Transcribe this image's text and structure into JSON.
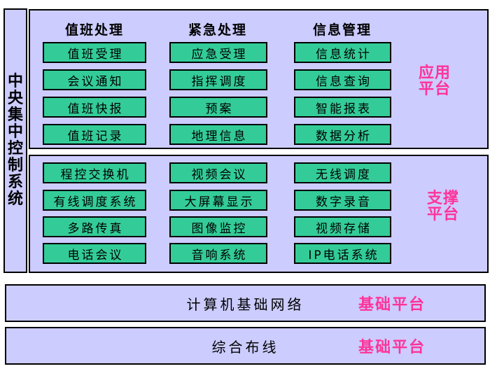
{
  "colors": {
    "page_bg": "#FFFFFF",
    "panel_bg": "#CCCCFF",
    "module_green": "#33CC99",
    "accent_pink": "#FF3399",
    "border": "#000000"
  },
  "sidebar": {
    "label": "中央集中控制系统"
  },
  "app_platform": {
    "label_lines": [
      "应用",
      "平台"
    ],
    "columns": [
      {
        "header": "值班处理",
        "items": [
          "值班受理",
          "会议通知",
          "值班快报",
          "值班记录"
        ]
      },
      {
        "header": "紧急处理",
        "items": [
          "应急受理",
          "指挥调度",
          "预案",
          "地理信息"
        ]
      },
      {
        "header": "信息管理",
        "items": [
          "信息统计",
          "信息查询",
          "智能报表",
          "数据分析"
        ]
      }
    ]
  },
  "support_platform": {
    "label_lines": [
      "支撑",
      "平台"
    ],
    "columns": [
      {
        "items": [
          "程控交换机",
          "有线调度系统",
          "多路传真",
          "电话会议"
        ]
      },
      {
        "items": [
          "视频会议",
          "大屏幕显示",
          "图像监控",
          "音响系统"
        ]
      },
      {
        "items": [
          "无线调度",
          "数字录音",
          "视频存储",
          "IP电话系统"
        ]
      }
    ]
  },
  "base_platforms": [
    {
      "title": "计算机基础网络",
      "label": "基础平台"
    },
    {
      "title": "综合布线",
      "label": "基础平台"
    }
  ]
}
